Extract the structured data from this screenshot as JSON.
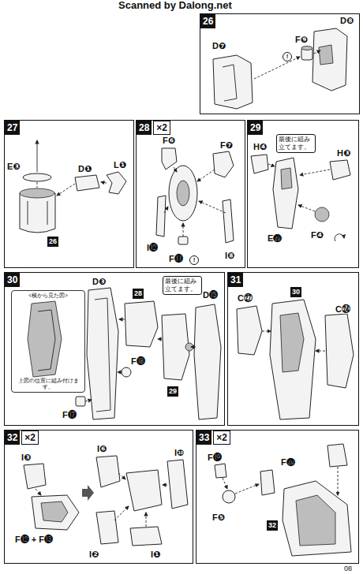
{
  "diagram": {
    "nodes": [
      {
        "text": [
          "26"
        ]
      },
      {
        "text": [
          "27"
        ]
      },
      {
        "text": [
          "28",
          "×2"
        ]
      },
      {
        "text": [
          "29"
        ]
      },
      {
        "text": [
          "30"
        ]
      },
      {
        "text": [
          "<横から見た図>",
          "上図の位置に組み付けます。"
        ],
        "in": 4
      },
      {
        "text": [
          "31"
        ]
      },
      {
        "text": [
          "32",
          "×2"
        ]
      },
      {
        "text": [
          "33",
          "×2"
        ]
      }
    ],
    "labels": [
      "Scanned by Dalong.net",
      "D❽",
      "D❼",
      "F❾",
      "!",
      "E❸",
      "D❶",
      "L❶",
      "26",
      "F❻",
      "F❼",
      "I⓬",
      "F⓫",
      "!",
      "I❽",
      "H❹",
      "最後に組み立てます。",
      "H❸",
      "E⓴",
      "F❹",
      "D❸",
      "28",
      "最後に組み立てます。",
      "D⓯",
      "F⓲",
      "29",
      "F⓱",
      "C㉗",
      "30",
      "C㉔",
      "I❸",
      "F⓬ + F⓭",
      "I❻",
      "I❿",
      "I❷",
      "I❶",
      "F⓳",
      "F⓴",
      "F❺",
      "32",
      "08"
    ]
  }
}
